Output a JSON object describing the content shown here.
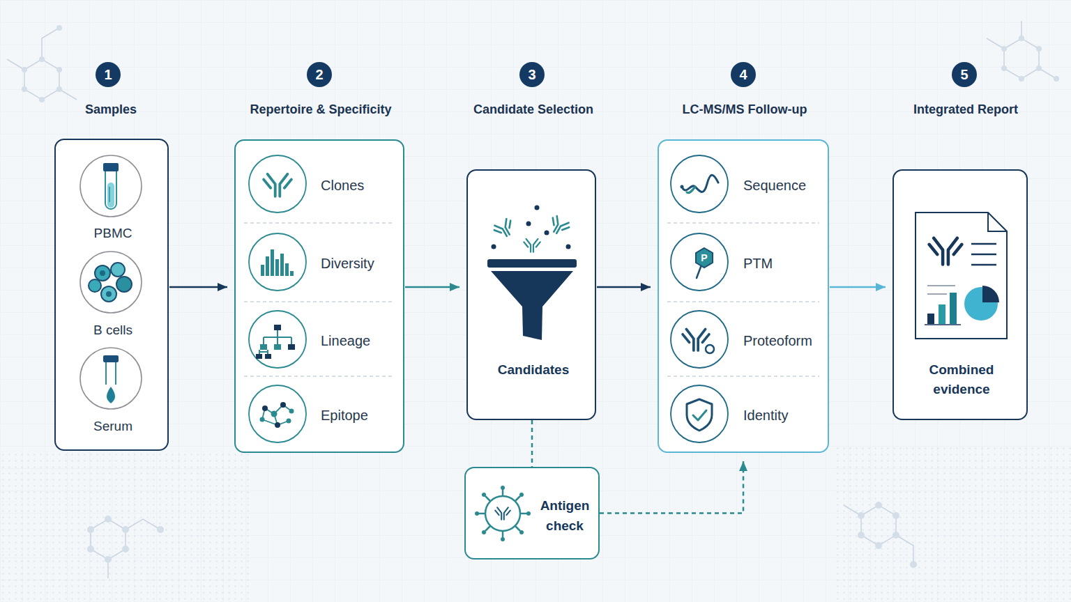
{
  "diagram": {
    "nodes": [
      {
        "text": [
          "Samples"
        ]
      },
      {
        "text": [
          "PBMC"
        ],
        "in": 0
      },
      {
        "text": [
          "B cells"
        ],
        "in": 0
      },
      {
        "text": [
          "Serum"
        ],
        "in": 0
      },
      {
        "text": [
          "Repertoire & Specificity"
        ]
      },
      {
        "text": [
          "Clones"
        ],
        "in": 4
      },
      {
        "text": [
          "Diversity"
        ],
        "in": 4
      },
      {
        "text": [
          "Lineage"
        ],
        "in": 4
      },
      {
        "text": [
          "Epitope"
        ],
        "in": 4
      },
      {
        "text": [
          "Candidate Selection",
          "Candidates"
        ]
      },
      {
        "text": [
          "Antigen check"
        ]
      },
      {
        "text": [
          "LC-MS/MS Follow-up"
        ]
      },
      {
        "text": [
          "Sequence"
        ],
        "in": 11
      },
      {
        "text": [
          "PTM"
        ],
        "in": 11
      },
      {
        "text": [
          "Proteoform"
        ],
        "in": 11
      },
      {
        "text": [
          "Identity"
        ],
        "in": 11
      },
      {
        "text": [
          "Integrated Report",
          "Combined evidence"
        ]
      }
    ],
    "edges": [
      {
        "from": 0,
        "to": 4,
        "arrow": "to"
      },
      {
        "from": 4,
        "to": 9,
        "arrow": "to"
      },
      {
        "from": 9,
        "to": 11,
        "arrow": "to"
      },
      {
        "from": 11,
        "to": 16,
        "arrow": "to"
      },
      {
        "from": 9,
        "to": 10,
        "arrow": "none"
      },
      {
        "from": 10,
        "to": 11,
        "arrow": "to"
      }
    ],
    "labels": [
      "1",
      "2",
      "3",
      "4",
      "5",
      "P"
    ]
  }
}
